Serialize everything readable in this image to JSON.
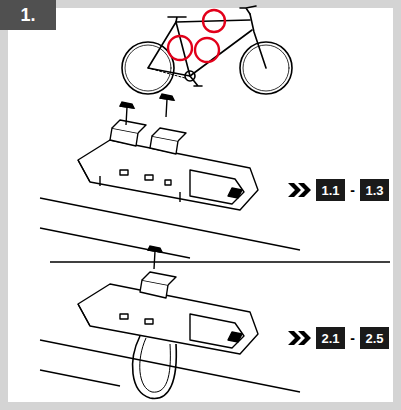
{
  "diagram": {
    "nodes": [
      {
        "text": [
          "1."
        ]
      },
      {
        "text": [
          "1.1"
        ]
      },
      {
        "text": [
          "1.3"
        ]
      },
      {
        "text": [
          "2.1"
        ]
      },
      {
        "text": [
          "2.5"
        ]
      }
    ],
    "labels": [
      "-",
      "-"
    ]
  }
}
